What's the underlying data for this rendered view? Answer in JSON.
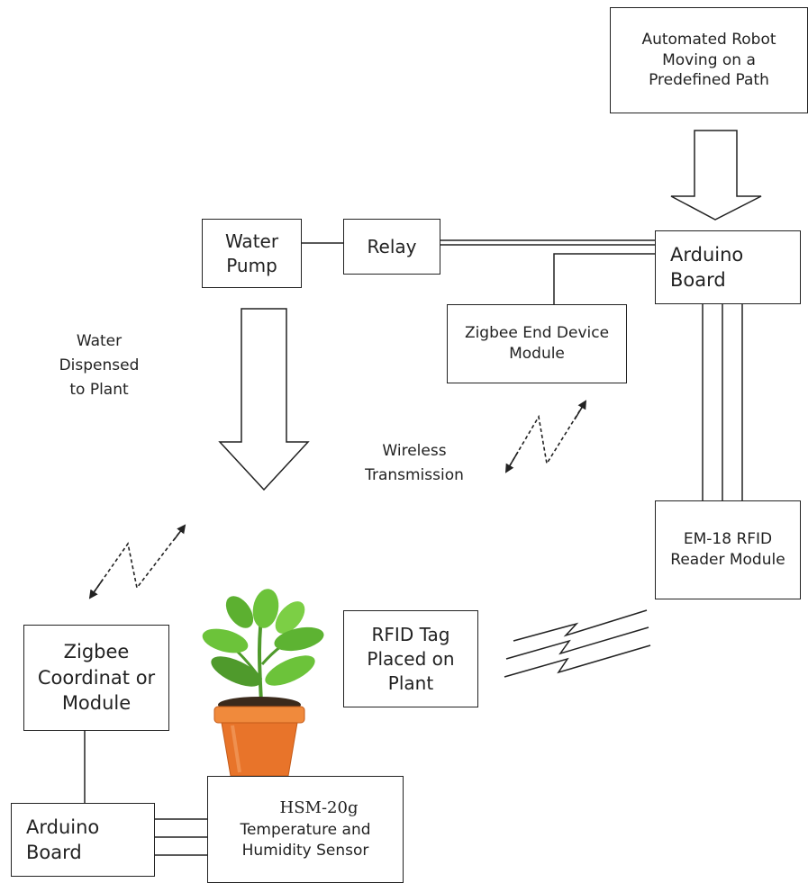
{
  "boxes": {
    "robot": "Automated Robot Moving on a Predefined Path",
    "water_pump": "Water Pump",
    "relay": "Relay",
    "arduino_top": "Arduino Board",
    "zigbee_end": "Zigbee End Device Module",
    "rfid_reader": "EM-18 RFID Reader Module",
    "rfid_tag": "RFID Tag Placed on Plant",
    "zigbee_coord": "Zigbee Coordinat or Module",
    "arduino_bottom": "Arduino Board",
    "sensor_model": "HSM-20g",
    "sensor_desc": "Temperature and Humidity Sensor"
  },
  "labels": {
    "water_dispensed": "Water Dispensed to Plant",
    "wireless": "Wireless Transmission"
  },
  "colors": {
    "line": "#222222",
    "leaf": "#6cc33a",
    "leaf_dark": "#3f8f24",
    "pot": "#e8742a",
    "pot_rim": "#f08a3c",
    "soil": "#3b2a1c"
  },
  "icons": {
    "plant": "potted-plant-icon"
  }
}
